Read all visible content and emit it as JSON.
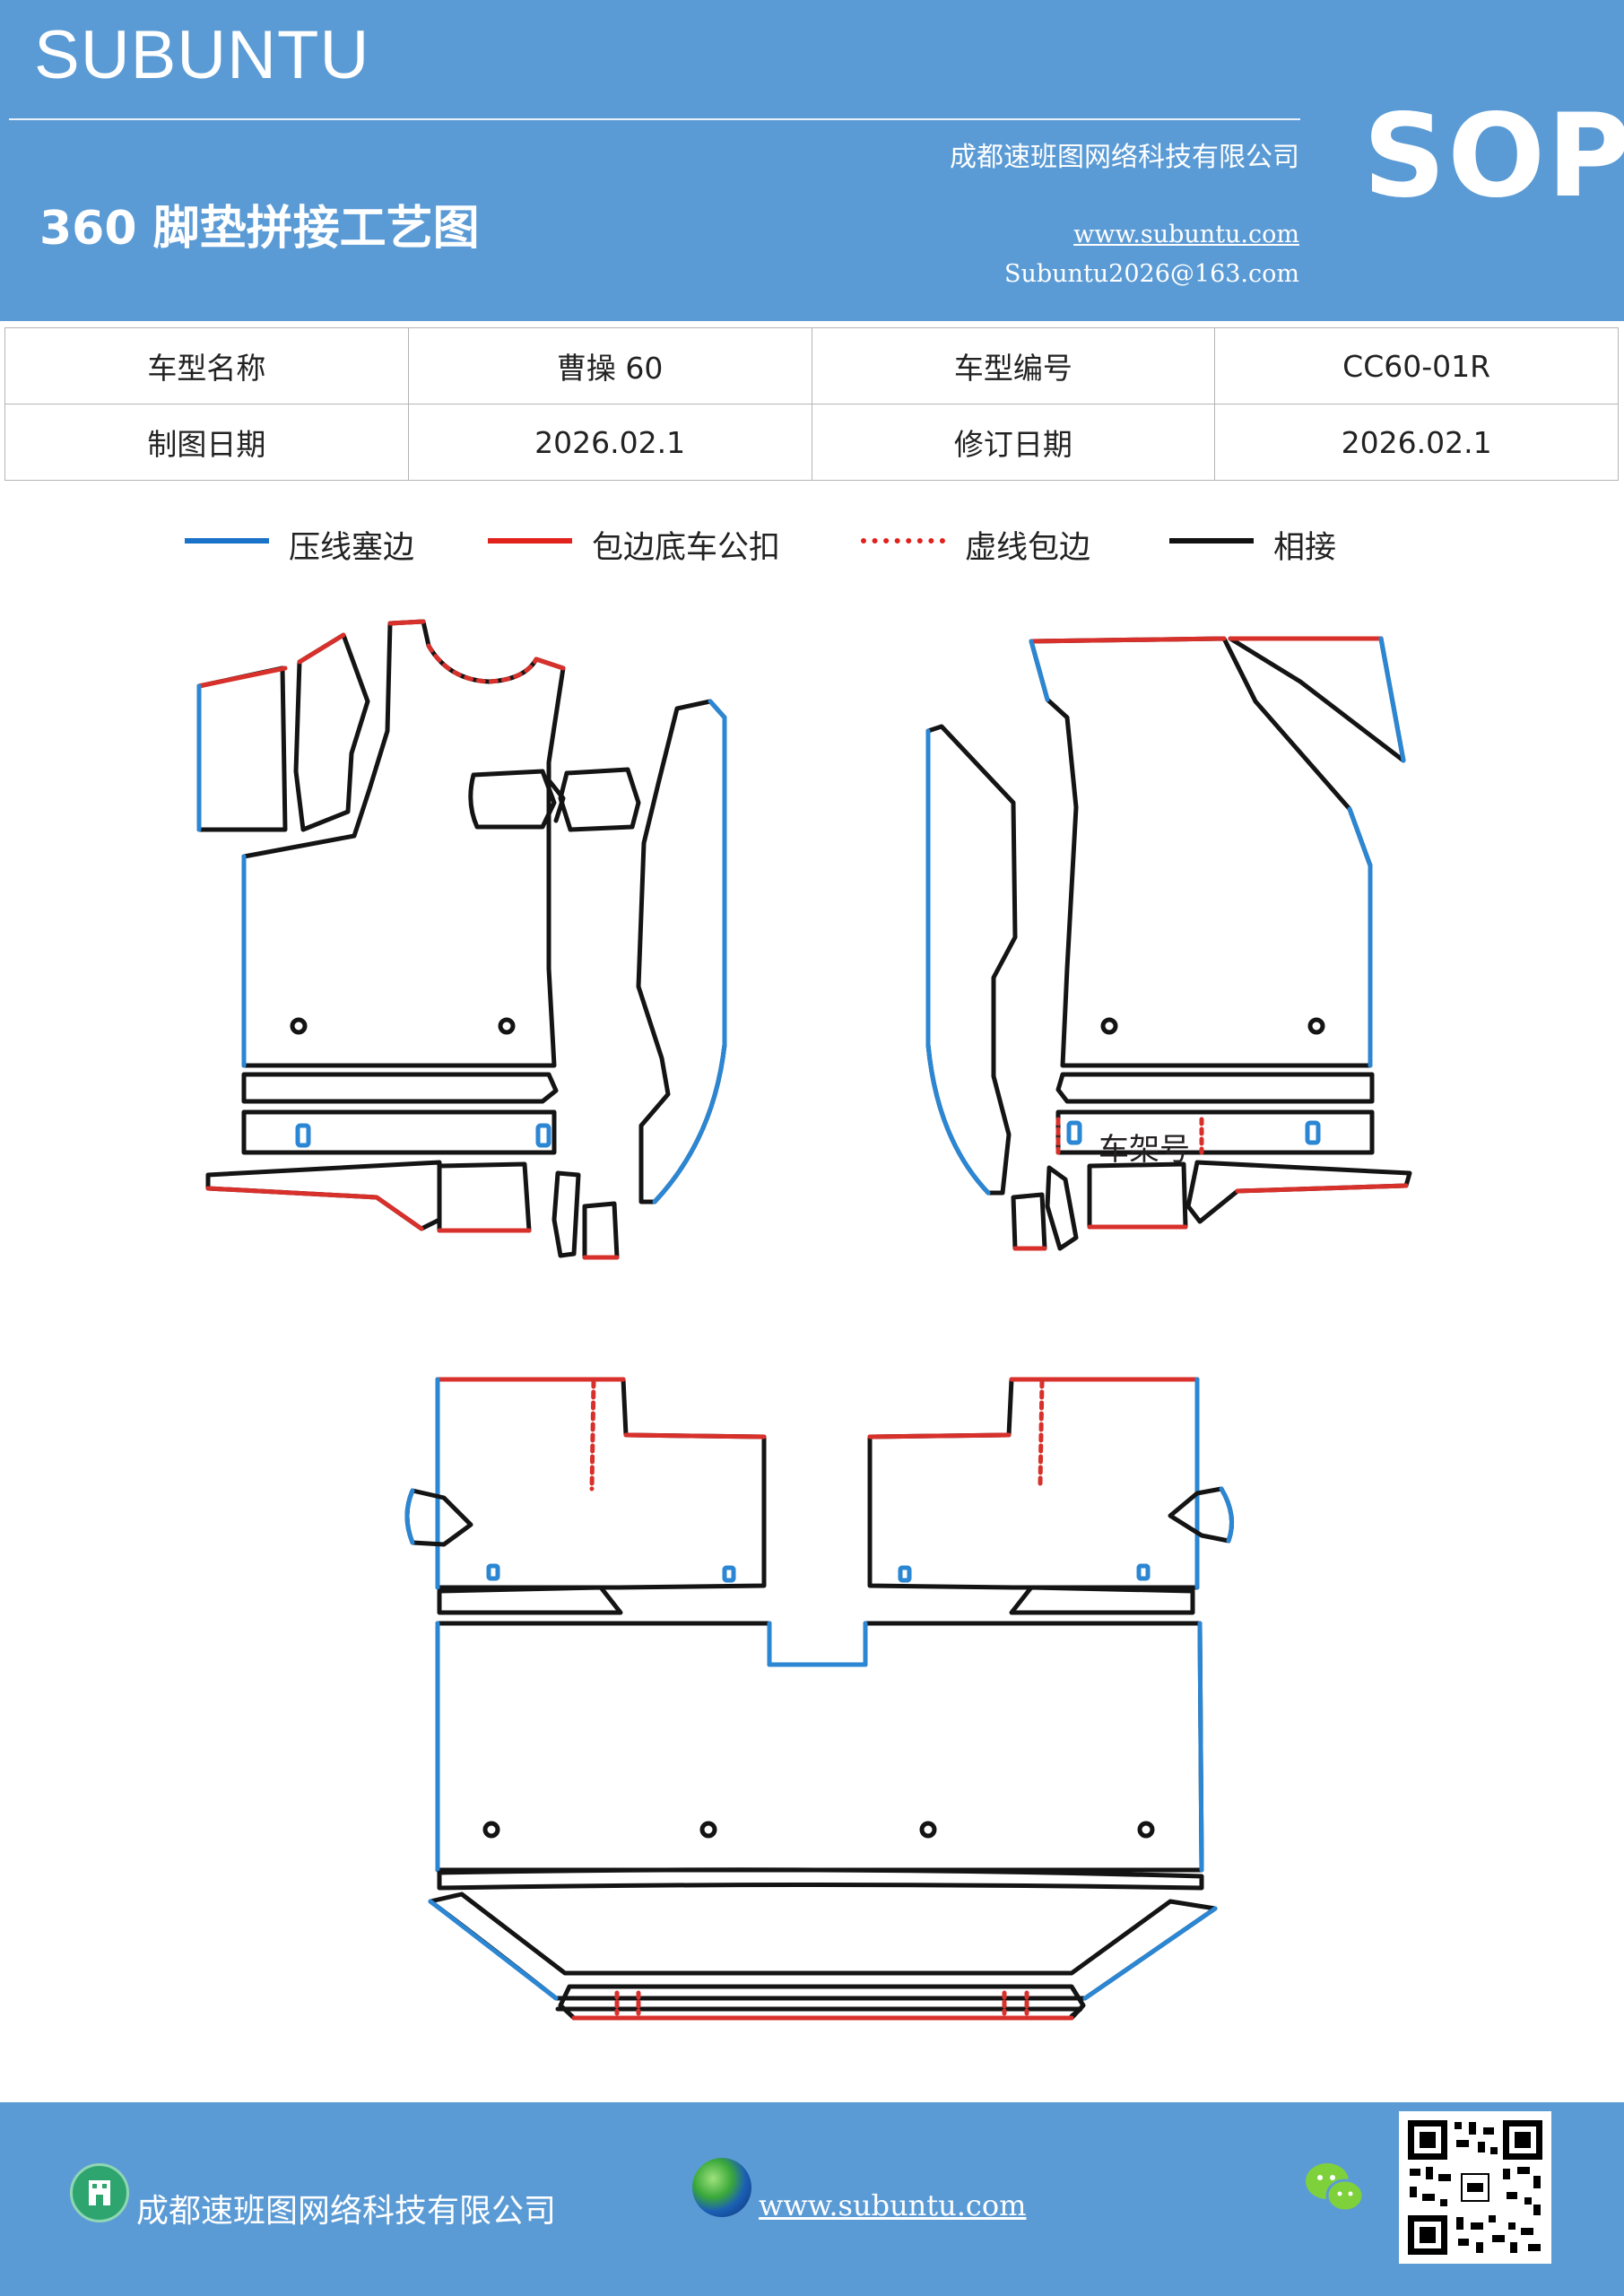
{
  "header": {
    "brand": "SUBUNTU",
    "title": "360 脚垫拼接工艺图",
    "company": "成都速班图网络科技有限公司",
    "website": "www.subuntu.com",
    "email": "Subuntu2026@163.com",
    "badge": "SOP"
  },
  "info_table": [
    [
      "车型名称",
      "曹操 60",
      "车型编号",
      "CC60-01R"
    ],
    [
      "制图日期",
      "2026.02.1",
      "修订日期",
      "2026.02.1"
    ]
  ],
  "legend": [
    {
      "label": "压线塞边",
      "color": "#1a73c8",
      "style": "solid"
    },
    {
      "label": "包边底车公扣",
      "color": "#e0211c",
      "style": "solid"
    },
    {
      "label": "虚线包边",
      "color": "#e0211c",
      "style": "dotted"
    },
    {
      "label": "相接",
      "color": "#111111",
      "style": "solid"
    }
  ],
  "diagram": {
    "frame_label": "车架号",
    "colors": {
      "blue": "#2b86d3",
      "red": "#d8302b",
      "black": "#141414"
    }
  },
  "footer": {
    "company": "成都速班图网络科技有限公司",
    "website": "www.subuntu.com",
    "icons": [
      "building-icon",
      "globe-icon",
      "wechat-icon",
      "qr-code"
    ]
  }
}
